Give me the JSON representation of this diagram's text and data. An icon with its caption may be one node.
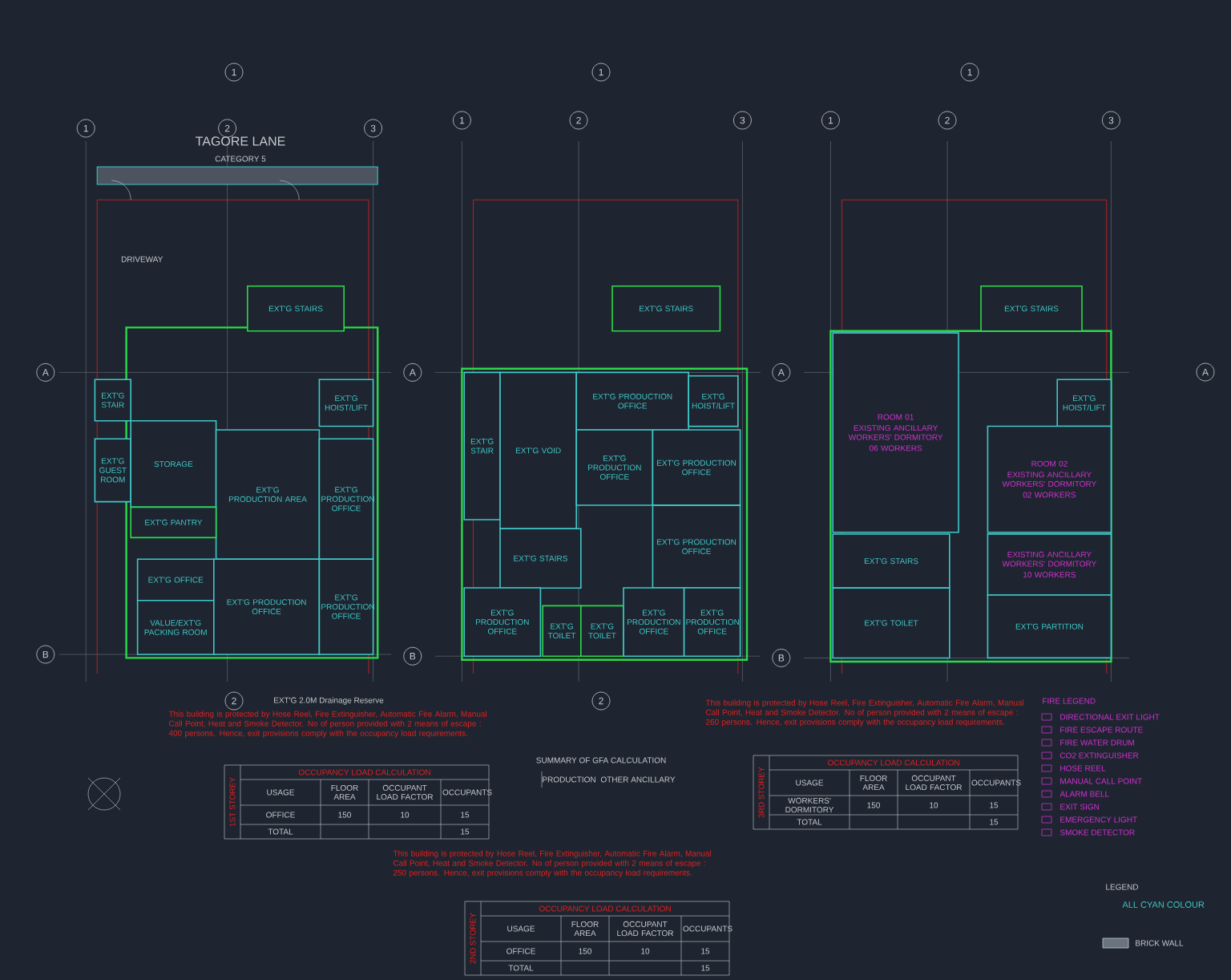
{
  "diagram": {
    "nodes": [
      {
        "text": [
          "EXT'G STAIRS"
        ]
      },
      {
        "text": [
          "EXT'G STAIR"
        ]
      },
      {
        "text": [
          "EXT'G HOIST/LIFT"
        ]
      },
      {
        "text": [
          "EXT'G GUEST ROOM"
        ]
      },
      {
        "text": [
          "STORAGE"
        ]
      },
      {
        "text": [
          "EXT'G PRODUCTION AREA"
        ]
      },
      {
        "text": [
          "EXT'G PRODUCTION OFFICE"
        ]
      },
      {
        "text": [
          "EXT'G PANTRY"
        ]
      },
      {
        "text": [
          "EXT'G OFFICE"
        ]
      },
      {
        "text": [
          "VALUE/EXT'G PACKING ROOM"
        ]
      },
      {
        "text": [
          "EXT'G PRODUCTION OFFICE"
        ]
      },
      {
        "text": [
          "EXT'G PRODUCTION OFFICE"
        ]
      },
      {
        "text": [
          "EXT'G STAIRS"
        ]
      },
      {
        "text": [
          "EXT'G STAIR"
        ]
      },
      {
        "text": [
          "EXT'G VOID"
        ]
      },
      {
        "text": [
          "EXT'G PRODUCTION OFFICE"
        ]
      },
      {
        "text": [
          "EXT'G HOIST/LIFT"
        ]
      },
      {
        "text": [
          "EXT'G PRODUCTION OFFICE"
        ]
      },
      {
        "text": [
          "EXT'G PRODUCTION OFFICE"
        ]
      },
      {
        "text": [
          "EXT'G STAIRS"
        ]
      },
      {
        "text": [
          "EXT'G PRODUCTION OFFICE"
        ]
      },
      {
        "text": [
          "EXT'G PRODUCTION OFFICE"
        ]
      },
      {
        "text": [
          "EXT'G TOILET"
        ]
      },
      {
        "text": [
          "EXT'G TOILET"
        ]
      },
      {
        "text": [
          "EXT'G PRODUCTION OFFICE"
        ]
      },
      {
        "text": [
          "EXT'G PRODUCTION OFFICE"
        ]
      },
      {
        "text": [
          "EXT'G STAIRS"
        ]
      },
      {
        "text": [
          "ROOM 01",
          "EXISTING ANCILLARY WORKERS' DORMITORY",
          "06 WORKERS"
        ]
      },
      {
        "text": [
          "EXT'G HOIST/LIFT"
        ]
      },
      {
        "text": [
          "ROOM 02",
          "EXISTING ANCILLARY WORKERS' DORMITORY",
          "02 WORKERS"
        ]
      },
      {
        "text": [
          "EXT'G STAIRS"
        ]
      },
      {
        "text": [
          "EXISTING ANCILLARY WORKERS' DORMITORY",
          "10 WORKERS"
        ]
      },
      {
        "text": [
          "EXT'G TOILET"
        ]
      },
      {
        "text": [
          "EXT'G PARTITION"
        ]
      }
    ],
    "labels": [
      "1",
      "1",
      "2",
      "3",
      "TAGORE LANE",
      "CATEGORY 5",
      "DRIVEWAY",
      "A",
      "B",
      "2",
      "EXT'G 2.0M Drainage Reserve",
      "1",
      "1",
      "2",
      "3",
      "A",
      "B",
      "2",
      "1",
      "1",
      "2",
      "3",
      "A",
      "B",
      "A",
      "This building is protected by Hose Reel, Fire Extinguisher, Automatic Fire Alarm, Manual Call Point, Heat and Smoke Detector. No of person provided with 2 means of escape : 400 persons. Hence, exit provisions comply with the occupancy load requirements.",
      "This building is protected by Hose Reel, Fire Extinguisher, Automatic Fire Alarm, Manual Call Point, Heat and Smoke Detector. No of person provided with 2 means of escape : 250 persons. Hence, exit provisions comply with the occupancy load requirements.",
      "This building is protected by Hose Reel, Fire Extinguisher, Automatic Fire Alarm, Manual Call Point, Heat and Smoke Detector. No of person provided with 2 means of escape : 260 persons. Hence, exit provisions comply with the occupancy load requirements.",
      "OCCUPANCY LOAD CALCULATION",
      "1ST STOREY",
      "USAGE",
      "FLOOR AREA",
      "OCCUPANT LOAD FACTOR",
      "OCCUPANTS",
      "OFFICE",
      "150",
      "10",
      "15",
      "TOTAL",
      "15",
      "OCCUPANCY LOAD CALCULATION",
      "2ND STOREY",
      "USAGE",
      "FLOOR AREA",
      "OCCUPANT LOAD FACTOR",
      "OCCUPANTS",
      "OFFICE",
      "150",
      "10",
      "15",
      "TOTAL",
      "15",
      "OCCUPANCY LOAD CALCULATION",
      "3RD STOREY",
      "USAGE",
      "FLOOR AREA",
      "OCCUPANT LOAD FACTOR",
      "OCCUPANTS",
      "WORKERS' DORMITORY",
      "150",
      "10",
      "15",
      "TOTAL",
      "15",
      "SUMMARY OF GFA CALCULATION",
      "PRODUCTION",
      "OTHER ANCILLARY",
      "FIRE LEGEND",
      "LEGEND",
      "ALL CYAN COLOUR",
      "BRICK WALL"
    ],
    "legend": [
      {
        "text": "DIRECTIONAL EXIT LIGHT"
      },
      {
        "text": "FIRE ESCAPE ROUTE"
      },
      {
        "text": "FIRE WATER DRUM"
      },
      {
        "text": "CO2 EXTINGUISHER"
      },
      {
        "text": "HOSE REEL"
      },
      {
        "text": "MANUAL CALL POINT"
      },
      {
        "text": "ALARM BELL"
      },
      {
        "text": "EXIT SIGN"
      },
      {
        "text": "EMERGENCY LIGHT"
      },
      {
        "text": "SMOKE DETECTOR"
      }
    ]
  }
}
